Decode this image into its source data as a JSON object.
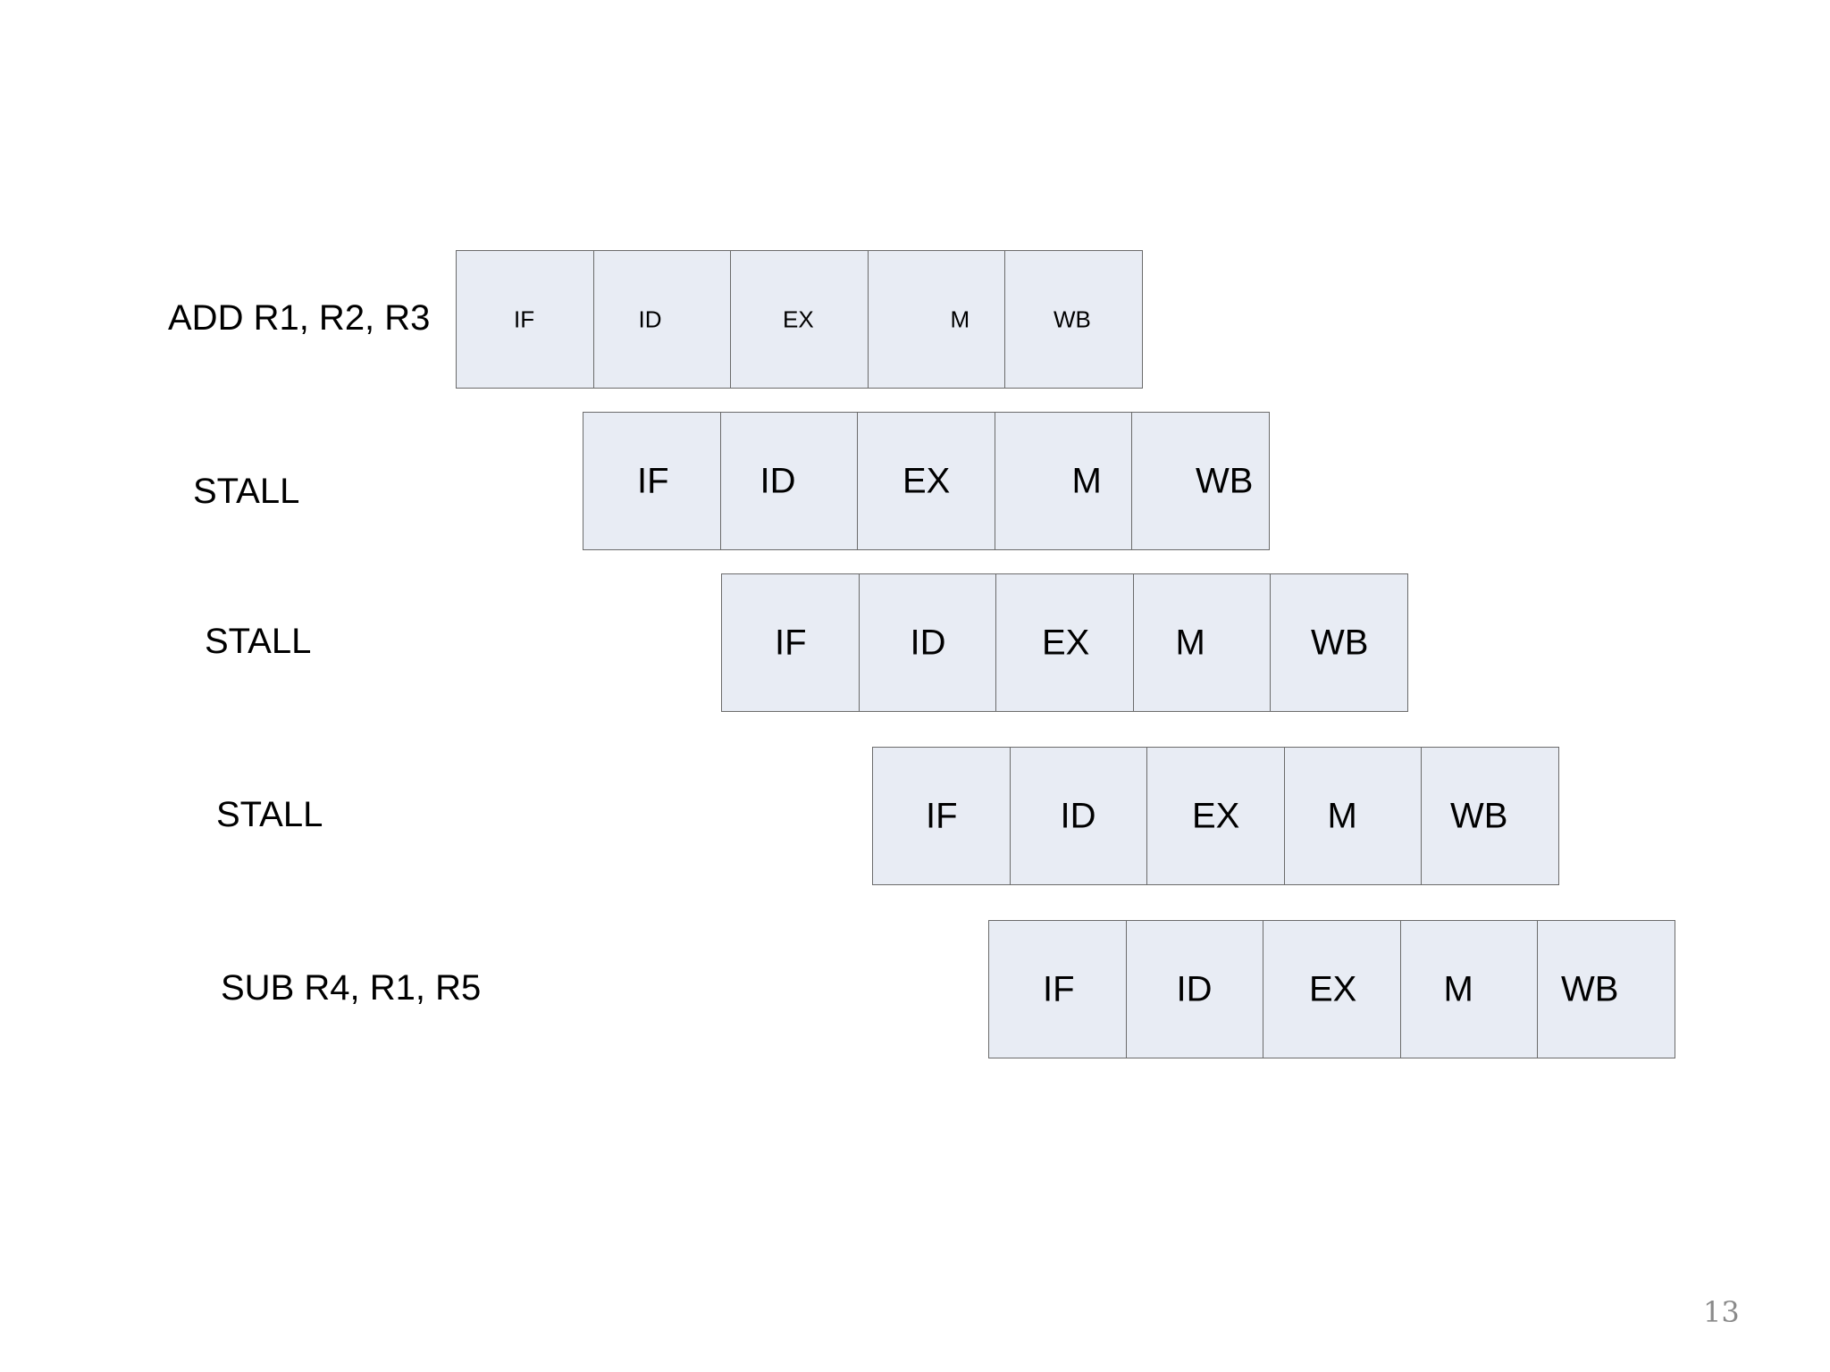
{
  "rows": [
    {
      "label": "ADD R1, R2, R3",
      "stages": [
        "IF",
        "ID",
        "EX",
        "M",
        "WB"
      ]
    },
    {
      "label": "STALL",
      "stages": [
        "IF",
        "ID",
        "EX",
        "M",
        "WB"
      ]
    },
    {
      "label": "STALL",
      "stages": [
        "IF",
        "ID",
        "EX",
        "M",
        "WB"
      ]
    },
    {
      "label": "STALL",
      "stages": [
        "IF",
        "ID",
        "EX",
        "M",
        "WB"
      ]
    },
    {
      "label": "SUB R4, R1, R5",
      "stages": [
        "IF",
        "ID",
        "EX",
        "M",
        "WB"
      ]
    }
  ],
  "slide_number": "13",
  "colors": {
    "stage_fill": "#e8ecf4",
    "stage_border": "#6b6b6b",
    "slide_number": "#8a8a8a"
  }
}
